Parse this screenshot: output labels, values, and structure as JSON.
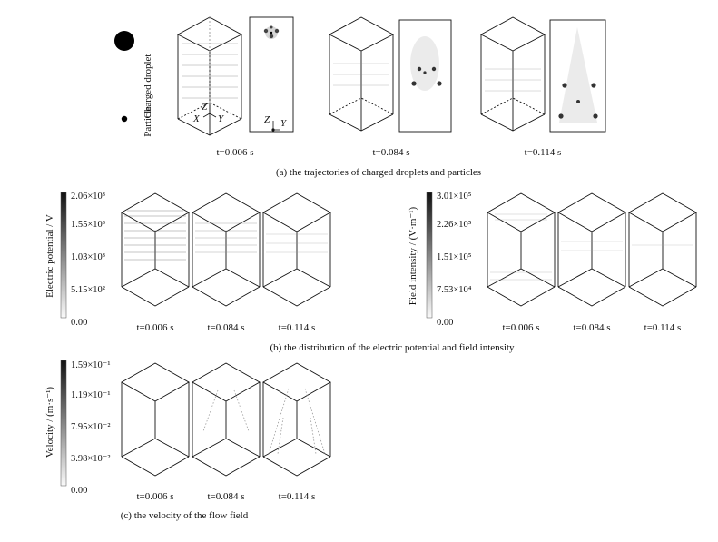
{
  "panel_a": {
    "caption": "(a) the trajectories of charged droplets and particles",
    "legend": {
      "droplet": "Charged droplet",
      "particle": "Particle"
    },
    "axes": {
      "x": "X",
      "y": "Y",
      "z": "Z"
    },
    "times": [
      "t=0.006 s",
      "t=0.084 s",
      "t=0.114 s"
    ]
  },
  "panel_b": {
    "caption": "(b) the distribution of the electric potential and field intensity",
    "potential": {
      "title": "Electric potential / V",
      "ticks": [
        "2.06×10³",
        "1.55×10³",
        "1.03×10³",
        "5.15×10²",
        "0.00"
      ],
      "times": [
        "t=0.006 s",
        "t=0.084 s",
        "t=0.114 s"
      ]
    },
    "field": {
      "title": "Field intensity / (V·m⁻¹)",
      "ticks": [
        "3.01×10⁵",
        "2.26×10⁵",
        "1.51×10⁵",
        "7.53×10⁴",
        "0.00"
      ],
      "times": [
        "t=0.006 s",
        "t=0.084 s",
        "t=0.114 s"
      ]
    }
  },
  "panel_c": {
    "caption": "(c) the velocity of the flow field",
    "velocity": {
      "title": "Velocity / (m·s⁻¹)",
      "ticks": [
        "1.59×10⁻¹",
        "1.19×10⁻¹",
        "7.95×10⁻²",
        "3.98×10⁻²",
        "0.00"
      ],
      "times": [
        "t=0.006 s",
        "t=0.084 s",
        "t=0.114 s"
      ]
    }
  }
}
